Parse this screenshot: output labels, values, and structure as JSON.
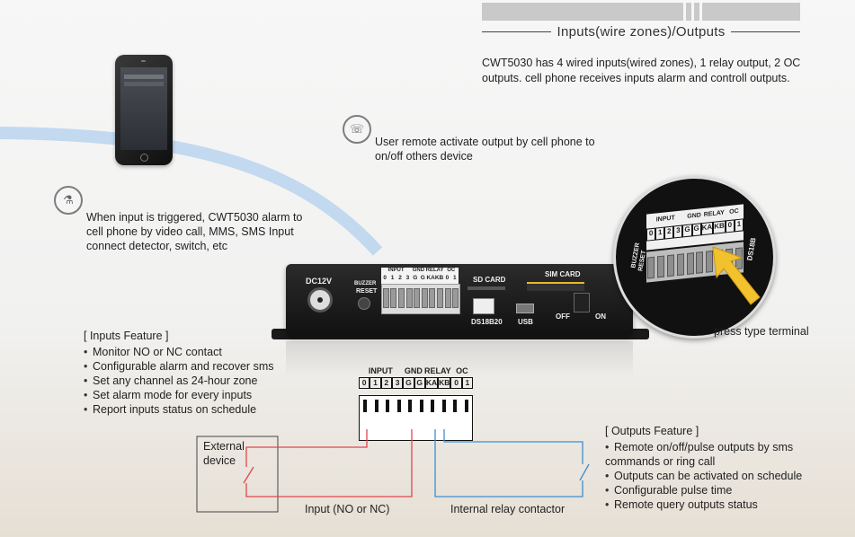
{
  "header": {
    "title": "Inputs(wire zones)/Outputs",
    "description": "CWT5030 has 4 wired inputs(wired zones), 1 relay output, 2 OC outputs. cell phone receives inputs alarm and controll outputs."
  },
  "callouts": {
    "remote_activate": "User remote activate output by cell phone to on/off others device",
    "input_triggered": "When input is triggered, CWT5030 alarm to cell phone by video call, MMS, SMS Input connect detector, switch, etc",
    "press_terminal": "press type terminal"
  },
  "inputs_feature": {
    "title": "[ Inputs Feature ]",
    "items": [
      "Monitor NO or NC contact",
      "Configurable alarm and recover sms",
      "Set any channel as 24-hour zone",
      "Set alarm mode for every inputs",
      "Report inputs status on schedule"
    ]
  },
  "outputs_feature": {
    "title": "[ Outputs Feature ]",
    "items": [
      "Remote on/off/pulse outputs by sms commands or ring call",
      "Outputs can be activated on schedule",
      "Configurable pulse time",
      "Remote query outputs status"
    ]
  },
  "device": {
    "dc": "DC12V",
    "buzzer": "BUZZER",
    "reset": "RESET",
    "sd_card": "SD CARD",
    "sim_card": "SIM CARD",
    "ds18b20": "DS18B20",
    "usb": "USB",
    "off": "OFF",
    "on": "ON",
    "groups": [
      "INPUT",
      "GND",
      "RELAY",
      "OC"
    ],
    "pins": [
      "0",
      "1",
      "2",
      "3",
      "G",
      "G",
      "KA",
      "KB",
      "0",
      "1"
    ]
  },
  "zoom": {
    "groups": [
      "INPUT",
      "GND",
      "RELAY",
      "OC"
    ],
    "pins": [
      "0",
      "1",
      "2",
      "3",
      "G",
      "G",
      "KA",
      "KB",
      "0",
      "1"
    ],
    "side_label_1": "BUZZER",
    "side_label_2": "RESET",
    "ds_label": "DS18B"
  },
  "diagram": {
    "groups": [
      "INPUT",
      "GND",
      "RELAY",
      "OC"
    ],
    "pins": [
      "0",
      "1",
      "2",
      "3",
      "G",
      "G",
      "KA",
      "KB",
      "0",
      "1"
    ],
    "external_device": "External device",
    "input_label": "Input (NO or NC)",
    "relay_label": "Internal relay contactor"
  },
  "colors": {
    "input_wire": "#e0474c",
    "relay_wire": "#3d8fd1",
    "arc": "#b8d4ee",
    "arrow": "#f2c12e"
  }
}
